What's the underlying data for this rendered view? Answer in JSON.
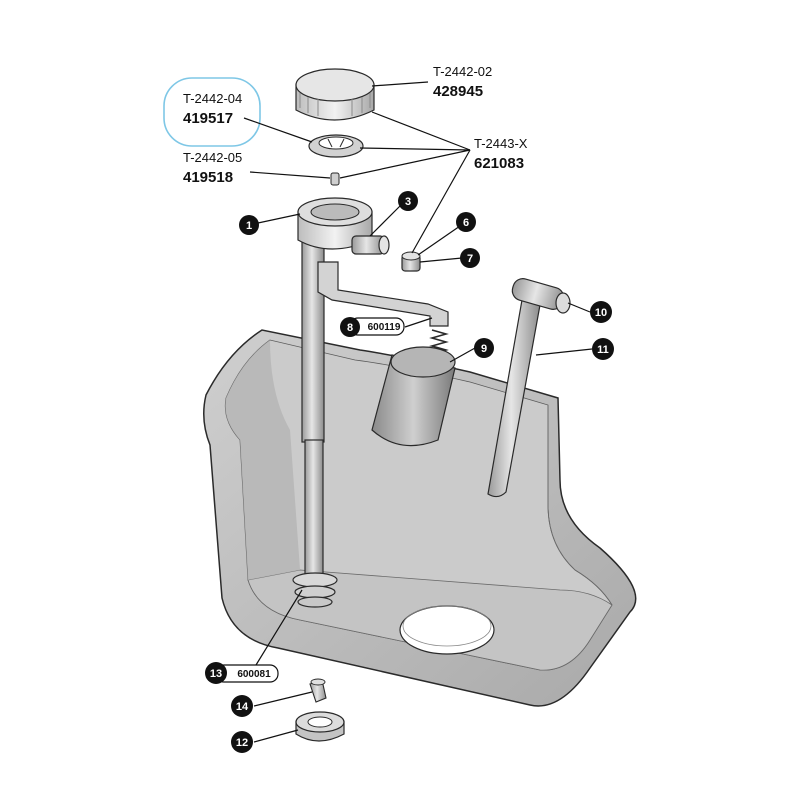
{
  "part_labels": [
    {
      "id": "cap",
      "code": "T-2442-02",
      "number": "428945"
    },
    {
      "id": "seal-ring",
      "code": "T-2442-04",
      "number": "419517"
    },
    {
      "id": "pin",
      "code": "T-2442-05",
      "number": "419518"
    },
    {
      "id": "kit",
      "code": "T-2443-X",
      "number": "621083"
    }
  ],
  "callouts": [
    "1",
    "3",
    "6",
    "7",
    "8",
    "9",
    "10",
    "11",
    "13",
    "14",
    "12"
  ],
  "pill_labels": [
    {
      "callout": "8",
      "text": "600119"
    },
    {
      "callout": "13",
      "text": "600081"
    }
  ],
  "colors": {
    "tank": "#bdbdbd",
    "tank_inner": "#d2d2d2",
    "parts": "#c9c9c9",
    "outline": "#2a2a2a",
    "highlight_ring": "#7ec7e6",
    "badge": "#111111"
  }
}
